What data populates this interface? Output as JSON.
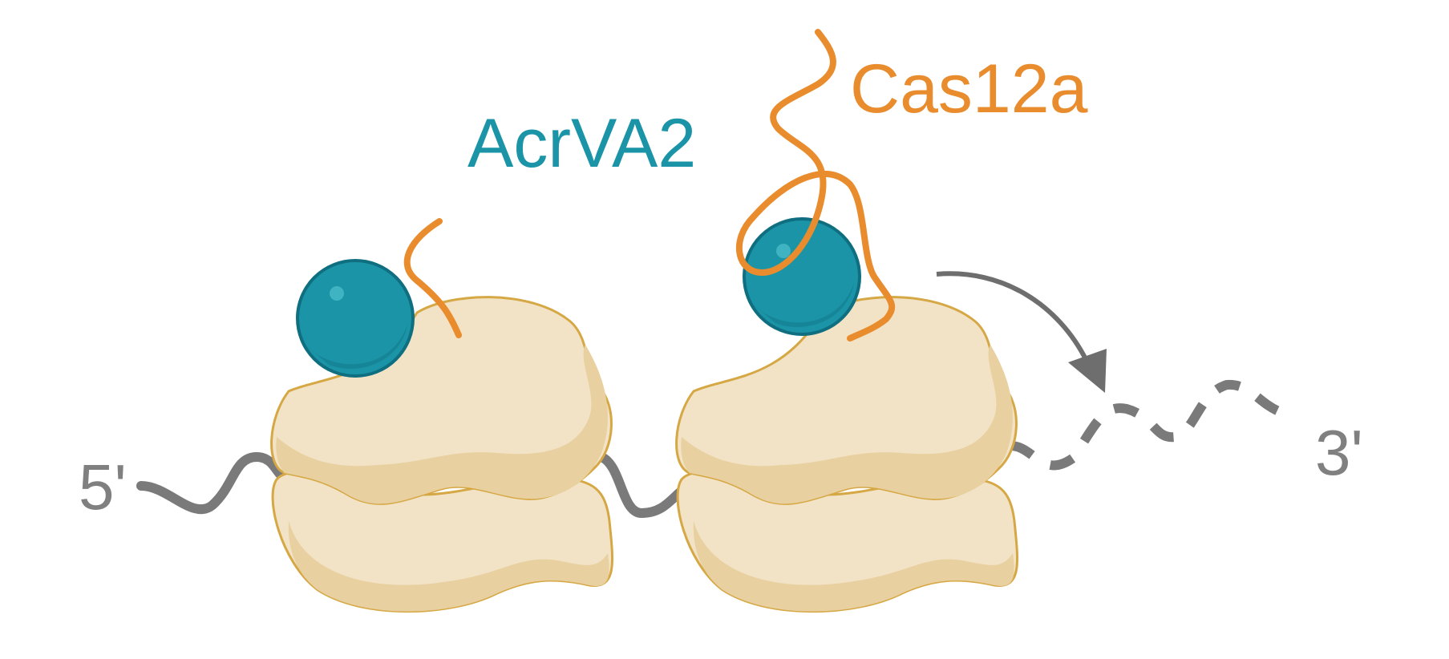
{
  "labels": {
    "acr": "AcrVA2",
    "cas": "Cas12a",
    "five_prime": "5'",
    "three_prime": "3'"
  },
  "colors": {
    "acr_teal": "#1a94a6",
    "acr_teal_dark": "#0f6f80",
    "cas_orange": "#e98c2e",
    "ribosome_fill": "#f2e3c6",
    "ribosome_shade": "#e8d0a0",
    "ribosome_outline": "#d6a845",
    "mrna_gray": "#7a7a7a",
    "text_gray": "#808080"
  },
  "icons": {
    "ribosome_1": "ribosome-icon",
    "ribosome_2": "ribosome-icon",
    "acr_protein_1": "acr-protein-sphere-icon",
    "acr_protein_2": "acr-protein-sphere-icon",
    "cas_peptide_1": "nascent-peptide-icon",
    "cas_peptide_2": "nascent-peptide-icon",
    "arrow": "curved-arrow-icon"
  }
}
